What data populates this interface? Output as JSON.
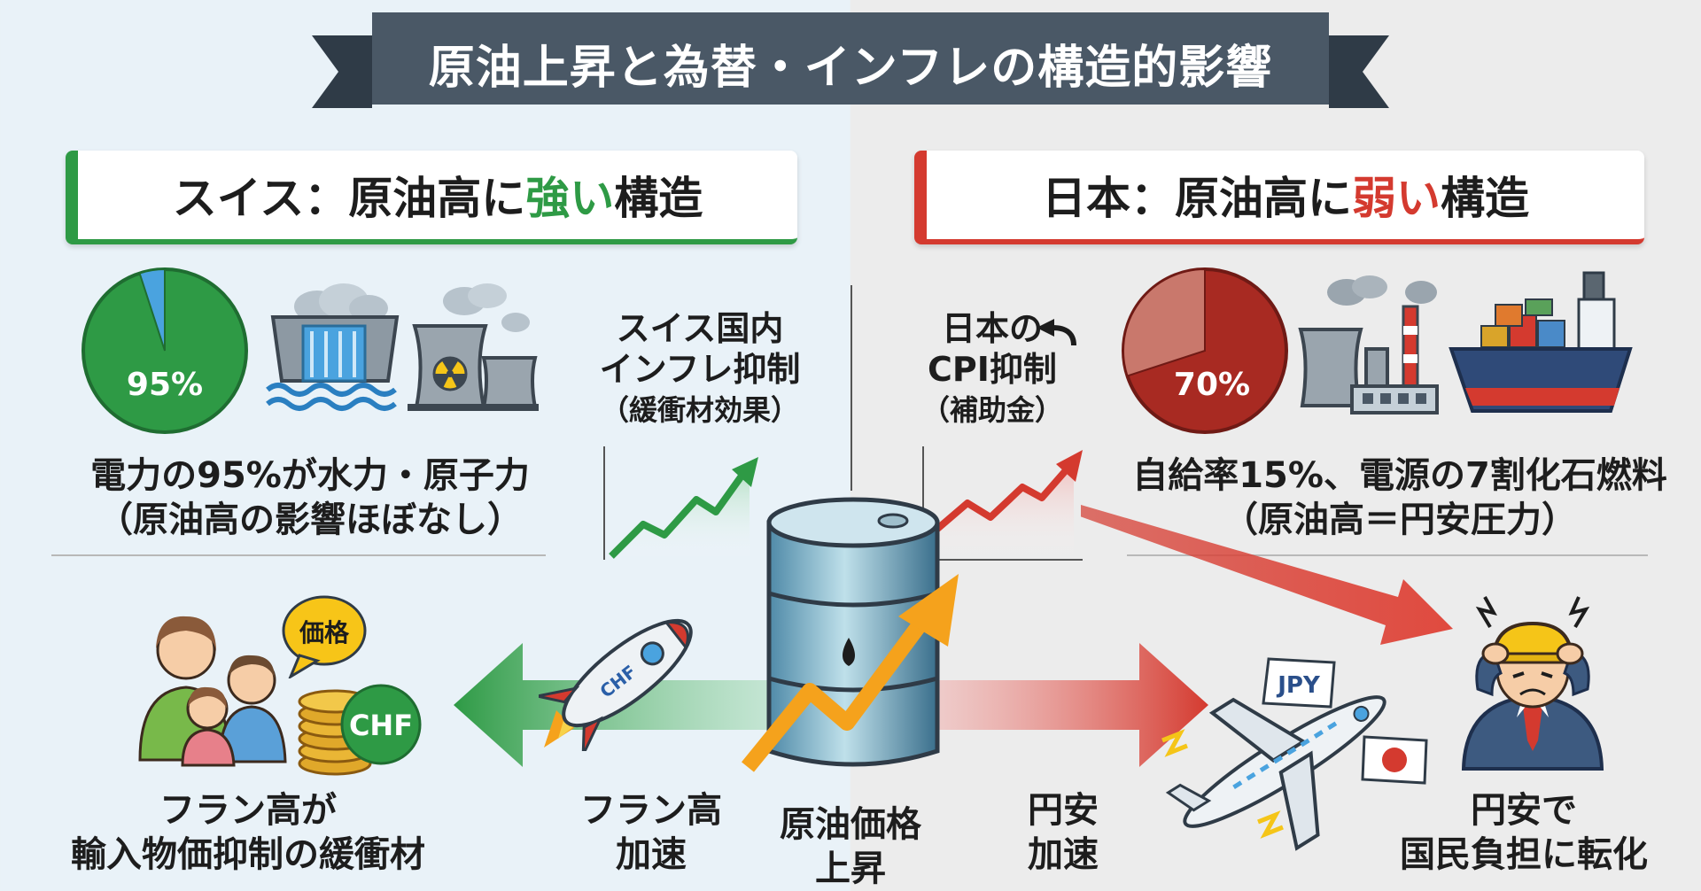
{
  "title": "原油上昇と為替・インフレの構造的影響",
  "swiss": {
    "header_prefix": "スイス：原油高に",
    "header_emphasis": "強い",
    "header_suffix": "構造",
    "pie_percent": 95,
    "pie_label": "95%",
    "fact_line1": "電力の95%が水力・原子力",
    "fact_line2": "（原油高の影響ほぼなし）",
    "cpi_line1": "スイス国内",
    "cpi_line2": "インフレ抑制",
    "cpi_line3": "（緩衝材効果）",
    "bubble_label": "価格",
    "coin_label": "CHF",
    "rocket_label": "CHF",
    "result_line1": "フラン高が",
    "result_line2": "輸入物価抑制の緩衝材",
    "arrow_line1": "フラン高",
    "arrow_line2": "加速"
  },
  "japan": {
    "header_prefix": "日本：原油高に",
    "header_emphasis": "弱い",
    "header_suffix": "構造",
    "pie_percent": 70,
    "pie_label": "70%",
    "fact_line1": "自給率15%、電源の7割化石燃料",
    "fact_line2": "（原油高＝円安圧力）",
    "cpi_line1": "日本の",
    "cpi_line2": "CPI抑制",
    "cpi_line3": "（補助金）",
    "plane_label": "JPY",
    "result_line1": "円安で",
    "result_line2": "国民負担に転化",
    "arrow_line1": "円安",
    "arrow_line2": "加速"
  },
  "center": {
    "line1": "原油価格",
    "line2": "上昇"
  },
  "colors": {
    "banner": "#4a5866",
    "green": "#2e9a45",
    "red": "#d43a2f",
    "orange": "#f5a21c"
  }
}
